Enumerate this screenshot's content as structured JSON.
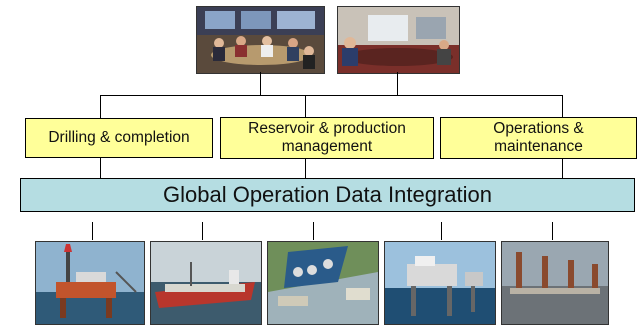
{
  "boxes": {
    "drilling": "Drilling & completion",
    "reservoir_line1": "Reservoir & production",
    "reservoir_line2": "management",
    "operations_line1": "Operations &",
    "operations_line2": "maintenance"
  },
  "banner": {
    "label": "Global Operation Data Integration"
  },
  "photos": {
    "top": [
      "meeting-room-photo",
      "conference-room-photo"
    ],
    "bottom": [
      "offshore-platform-photo",
      "fpso-vessel-photo",
      "onshore-terminal-photo",
      "offshore-jacket-platform-photo",
      "platform-deck-photo"
    ]
  }
}
